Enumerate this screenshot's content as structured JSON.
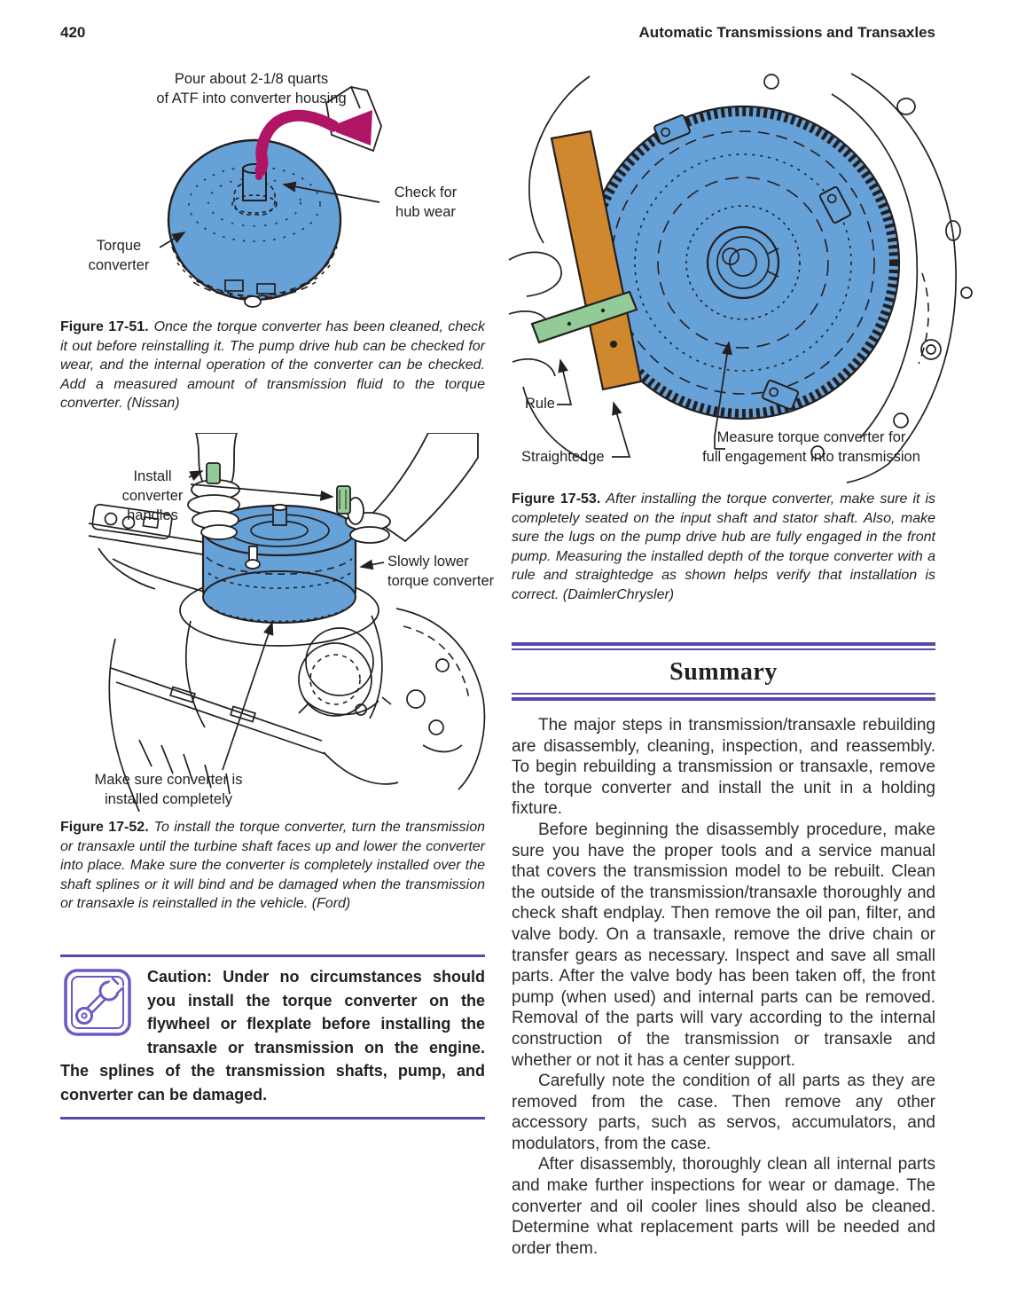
{
  "page": {
    "number": "420",
    "running_head": "Automatic Transmissions and Transaxles"
  },
  "colors": {
    "accent-purple": "#5A49A8",
    "icon-purple": "#6C59C4",
    "converter-blue": "#66A1D8",
    "fluid-magenta": "#B01565",
    "straightedge-orange": "#D0882F",
    "rule-green": "#93CB98",
    "ink": "#231f20"
  },
  "figures": {
    "fig51": {
      "labels": {
        "pour": "Pour about 2-1/8 quarts\nof ATF into converter housing",
        "check": "Check for\nhub wear",
        "torque": "Torque\nconverter"
      },
      "caption": {
        "lead": "Figure 17-51.",
        "text": "Once the torque converter has been cleaned, check it out before reinstalling it. The pump drive hub can be checked for wear, and the internal operation of the converter can be checked. Add a measured amount of transmission fluid to the torque converter. (Nissan)"
      }
    },
    "fig52": {
      "labels": {
        "install": "Install\nconverter\nhandles",
        "lower": "Slowly lower\ntorque converter",
        "seated": "Make sure converter is\ninstalled completely"
      },
      "caption": {
        "lead": "Figure 17-52.",
        "text": "To install the torque converter, turn the transmission or transaxle until the turbine shaft faces up and lower the converter into place. Make sure the converter is completely installed over the shaft splines or it will bind and be damaged when the transmission or transaxle is reinstalled in the vehicle. (Ford)"
      }
    },
    "fig53": {
      "labels": {
        "rule": "Rule",
        "straightedge": "Straightedge",
        "measure": "Measure torque converter for\nfull engagement into transmission"
      },
      "caption": {
        "lead": "Figure 17-53.",
        "text": "After installing the torque converter, make sure it is completely seated on the input shaft and stator shaft. Also, make sure the lugs on the pump drive hub are fully engaged in the front pump. Measuring the installed depth of the torque converter with a rule and straightedge as shown helps verify that installation is correct. (DaimlerChrysler)"
      }
    }
  },
  "caution": {
    "icon": "wrench-icon",
    "text": "Caution: Under no circumstances should you install the torque converter on the flywheel or flexplate before installing the transaxle or transmission on the engine. The splines of the transmission shafts, pump, and converter can be damaged."
  },
  "summary": {
    "title": "Summary",
    "paragraphs": [
      "The major steps in transmission/transaxle rebuilding are disassembly, cleaning, inspection, and reassembly. To begin rebuilding a transmission or transaxle, remove the torque converter and install the unit in a holding fixture.",
      "Before beginning the disassembly procedure, make sure you have the proper tools and a service manual that covers the transmission model to be rebuilt. Clean the outside of the transmission/transaxle thoroughly and check shaft endplay. Then remove the oil pan, filter, and valve body. On a transaxle, remove the drive chain or transfer gears as necessary. Inspect and save all small parts. After the valve body has been taken off, the front pump (when used) and internal parts can be removed. Removal of the parts will vary according to the internal construction of the transmission or transaxle and whether or not it has a center support.",
      "Carefully note the condition of all parts as they are removed from the case. Then remove any other accessory parts, such as servos, accumulators, and modulators, from the case.",
      "After disassembly, thoroughly clean all internal parts and make further inspections for wear or damage. The converter and oil cooler lines should also be cleaned. Determine what replacement parts will be needed and order them."
    ]
  }
}
